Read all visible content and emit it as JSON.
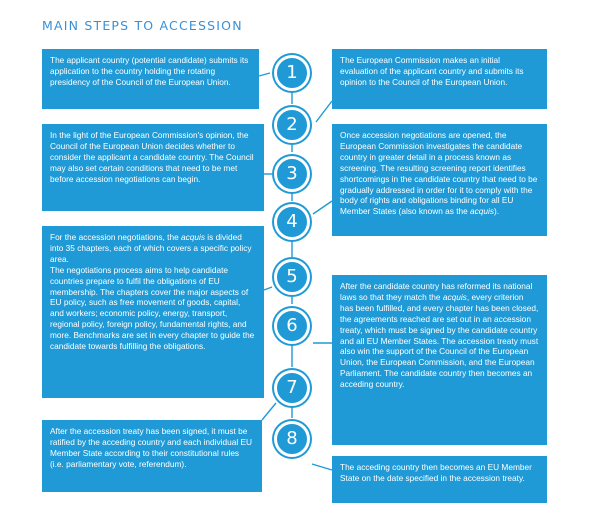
{
  "title": "MAIN STEPS TO ACCESSION",
  "steps": [
    "1",
    "2",
    "3",
    "4",
    "5",
    "6",
    "7",
    "8"
  ],
  "boxes": {
    "b1": "The applicant country (potential candidate) submits its application to the country holding the rotating presidency of the Council of the European Union.",
    "b2": "The European Commission makes an initial evaluation of the applicant country and submits its opinion to the Council of the European Union.",
    "b3": "In the light of the European Commission's opinion, the Council of the European Union decides whether to consider the applicant a candidate country. The Council may also set certain conditions that need to be met before accession negotiations can begin.",
    "b4_pre": "Once accession negotiations are opened, the European Commission investigates the candidate country in greater detail in a process known as screening. The resulting screening report identifies shortcomings in the candidate country that need to be gradually addressed in order for it to comply with the body of rights and obligations binding for all EU Member States (also known as the ",
    "b4_em": "acquis",
    "b4_post": ").",
    "b5_pre": "For the accession negotiations, the ",
    "b5_em": "acquis",
    "b5_post": " is divided into 35 chapters, each of which covers a specific policy area.",
    "b5_p2": "The negotiations process aims to help candidate countries prepare to fulfil the obligations of EU membership. The chapters cover the major aspects of EU policy, such as free movement of goods, capital, and workers; economic policy, energy, transport, regional policy, foreign policy, fundamental rights, and more.  Benchmarks are set in every chapter to guide the candidate towards fulfilling the obligations.",
    "b6_pre": "After the candidate country has reformed its national laws so that they match the ",
    "b6_em": "acquis",
    "b6_post": ", every criterion has been fulfilled, and every chapter has been closed, the agreements reached are set out in an accession treaty, which must be signed by the candidate country and all EU Member States. The accession treaty must also win the support of the Council of the European Union, the European Commission, and the European Parliament. The candidate country then becomes an acceding country.",
    "b7": "After the accession treaty has been signed, it must be ratified by the acceding country and each individual EU Member State according to their constitutional rules (i.e. parliamentary vote, referendum).",
    "b8": "The acceding country then becomes an EU Member State on the date specified in the accession treaty."
  }
}
